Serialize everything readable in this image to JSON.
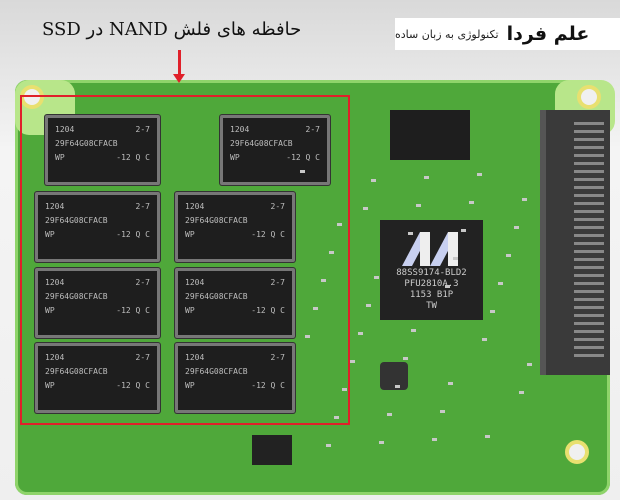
{
  "caption": "حافظه های فلش NAND در SSD",
  "brand": {
    "name": "علم فردا",
    "tagline": "تکنولوژی به زبان ساده"
  },
  "nand_chip": {
    "line1_left": "1204",
    "line1_right": "2-7",
    "line2": "29F64G08CFACB",
    "line3_left": "WP",
    "line3_right": "-12 Q C"
  },
  "controller": {
    "lines": [
      "88SS9174-BLD2",
      "PFU2810A.3",
      "1153 B1P",
      "TW"
    ]
  },
  "colors": {
    "highlight": "#e0202a",
    "pcb": "#4fa83a"
  }
}
